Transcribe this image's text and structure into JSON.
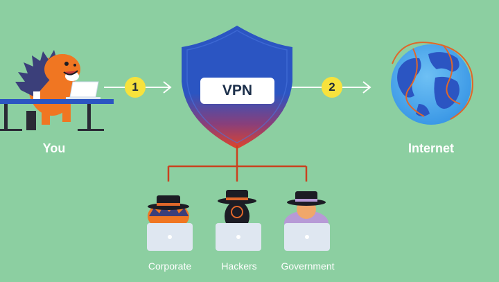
{
  "you": {
    "label": "You"
  },
  "internet": {
    "label": "Internet"
  },
  "vpn": {
    "label": "VPN"
  },
  "steps": [
    "1",
    "2"
  ],
  "observers": [
    {
      "label": "Corporate"
    },
    {
      "label": "Hackers"
    },
    {
      "label": "Government"
    }
  ],
  "colors": {
    "background": "#8ccfa1",
    "shield_top": "#2b55c2",
    "shield_bottom": "#e0442a",
    "badge": "#f7e23c",
    "connector": "#c9411f"
  }
}
